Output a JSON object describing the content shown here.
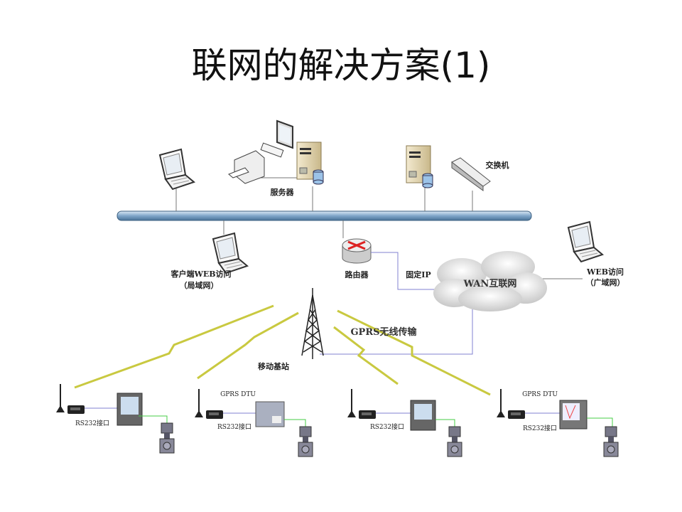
{
  "title": "联网的解决方案(1)",
  "labels": {
    "server": "服务器",
    "switch": "交换机",
    "client_web": "客户端WEB访问",
    "lan": "（局域网）",
    "router": "路由器",
    "fixed_ip": "固定IP",
    "wan": "WAN互联网",
    "web_access": "WEB访问",
    "wide_area": "（广域网）",
    "gprs_wireless": "GPRS无线传输",
    "base_station": "移动基站",
    "gprs_dtu": "GPRS DTU",
    "rs232": "RS232接口"
  },
  "colors": {
    "bus": "#8fb3d4",
    "wireless": "#f0f020",
    "link": "#8080d0",
    "field_link": "#44cc44"
  }
}
